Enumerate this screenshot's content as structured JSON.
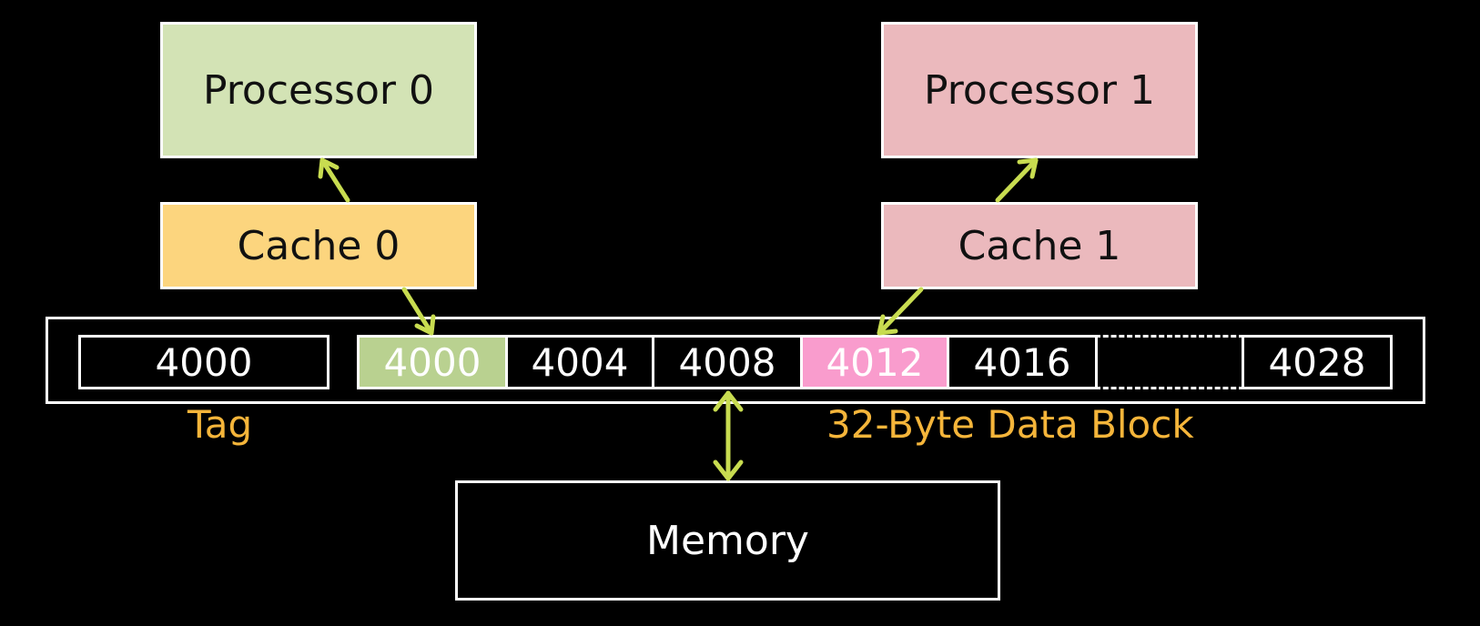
{
  "colors": {
    "processor0": "#d3e3b5",
    "processor1": "#ebb9bd",
    "cache0": "#fcd57e",
    "cache1": "#ebb9bd",
    "highlight0": "#b9d190",
    "highlight1": "#f99ccd",
    "arrow": "#c8dc50",
    "label": "#f5b53a"
  },
  "processor0": {
    "label": "Processor 0"
  },
  "processor1": {
    "label": "Processor 1"
  },
  "cache0": {
    "label": "Cache 0"
  },
  "cache1": {
    "label": "Cache 1"
  },
  "tag": {
    "value": "4000",
    "label": "Tag"
  },
  "block": {
    "label": "32-Byte Data Block",
    "cells": [
      "4000",
      "4004",
      "4008",
      "4012",
      "4016",
      "",
      "4028"
    ]
  },
  "memory": {
    "label": "Memory"
  }
}
